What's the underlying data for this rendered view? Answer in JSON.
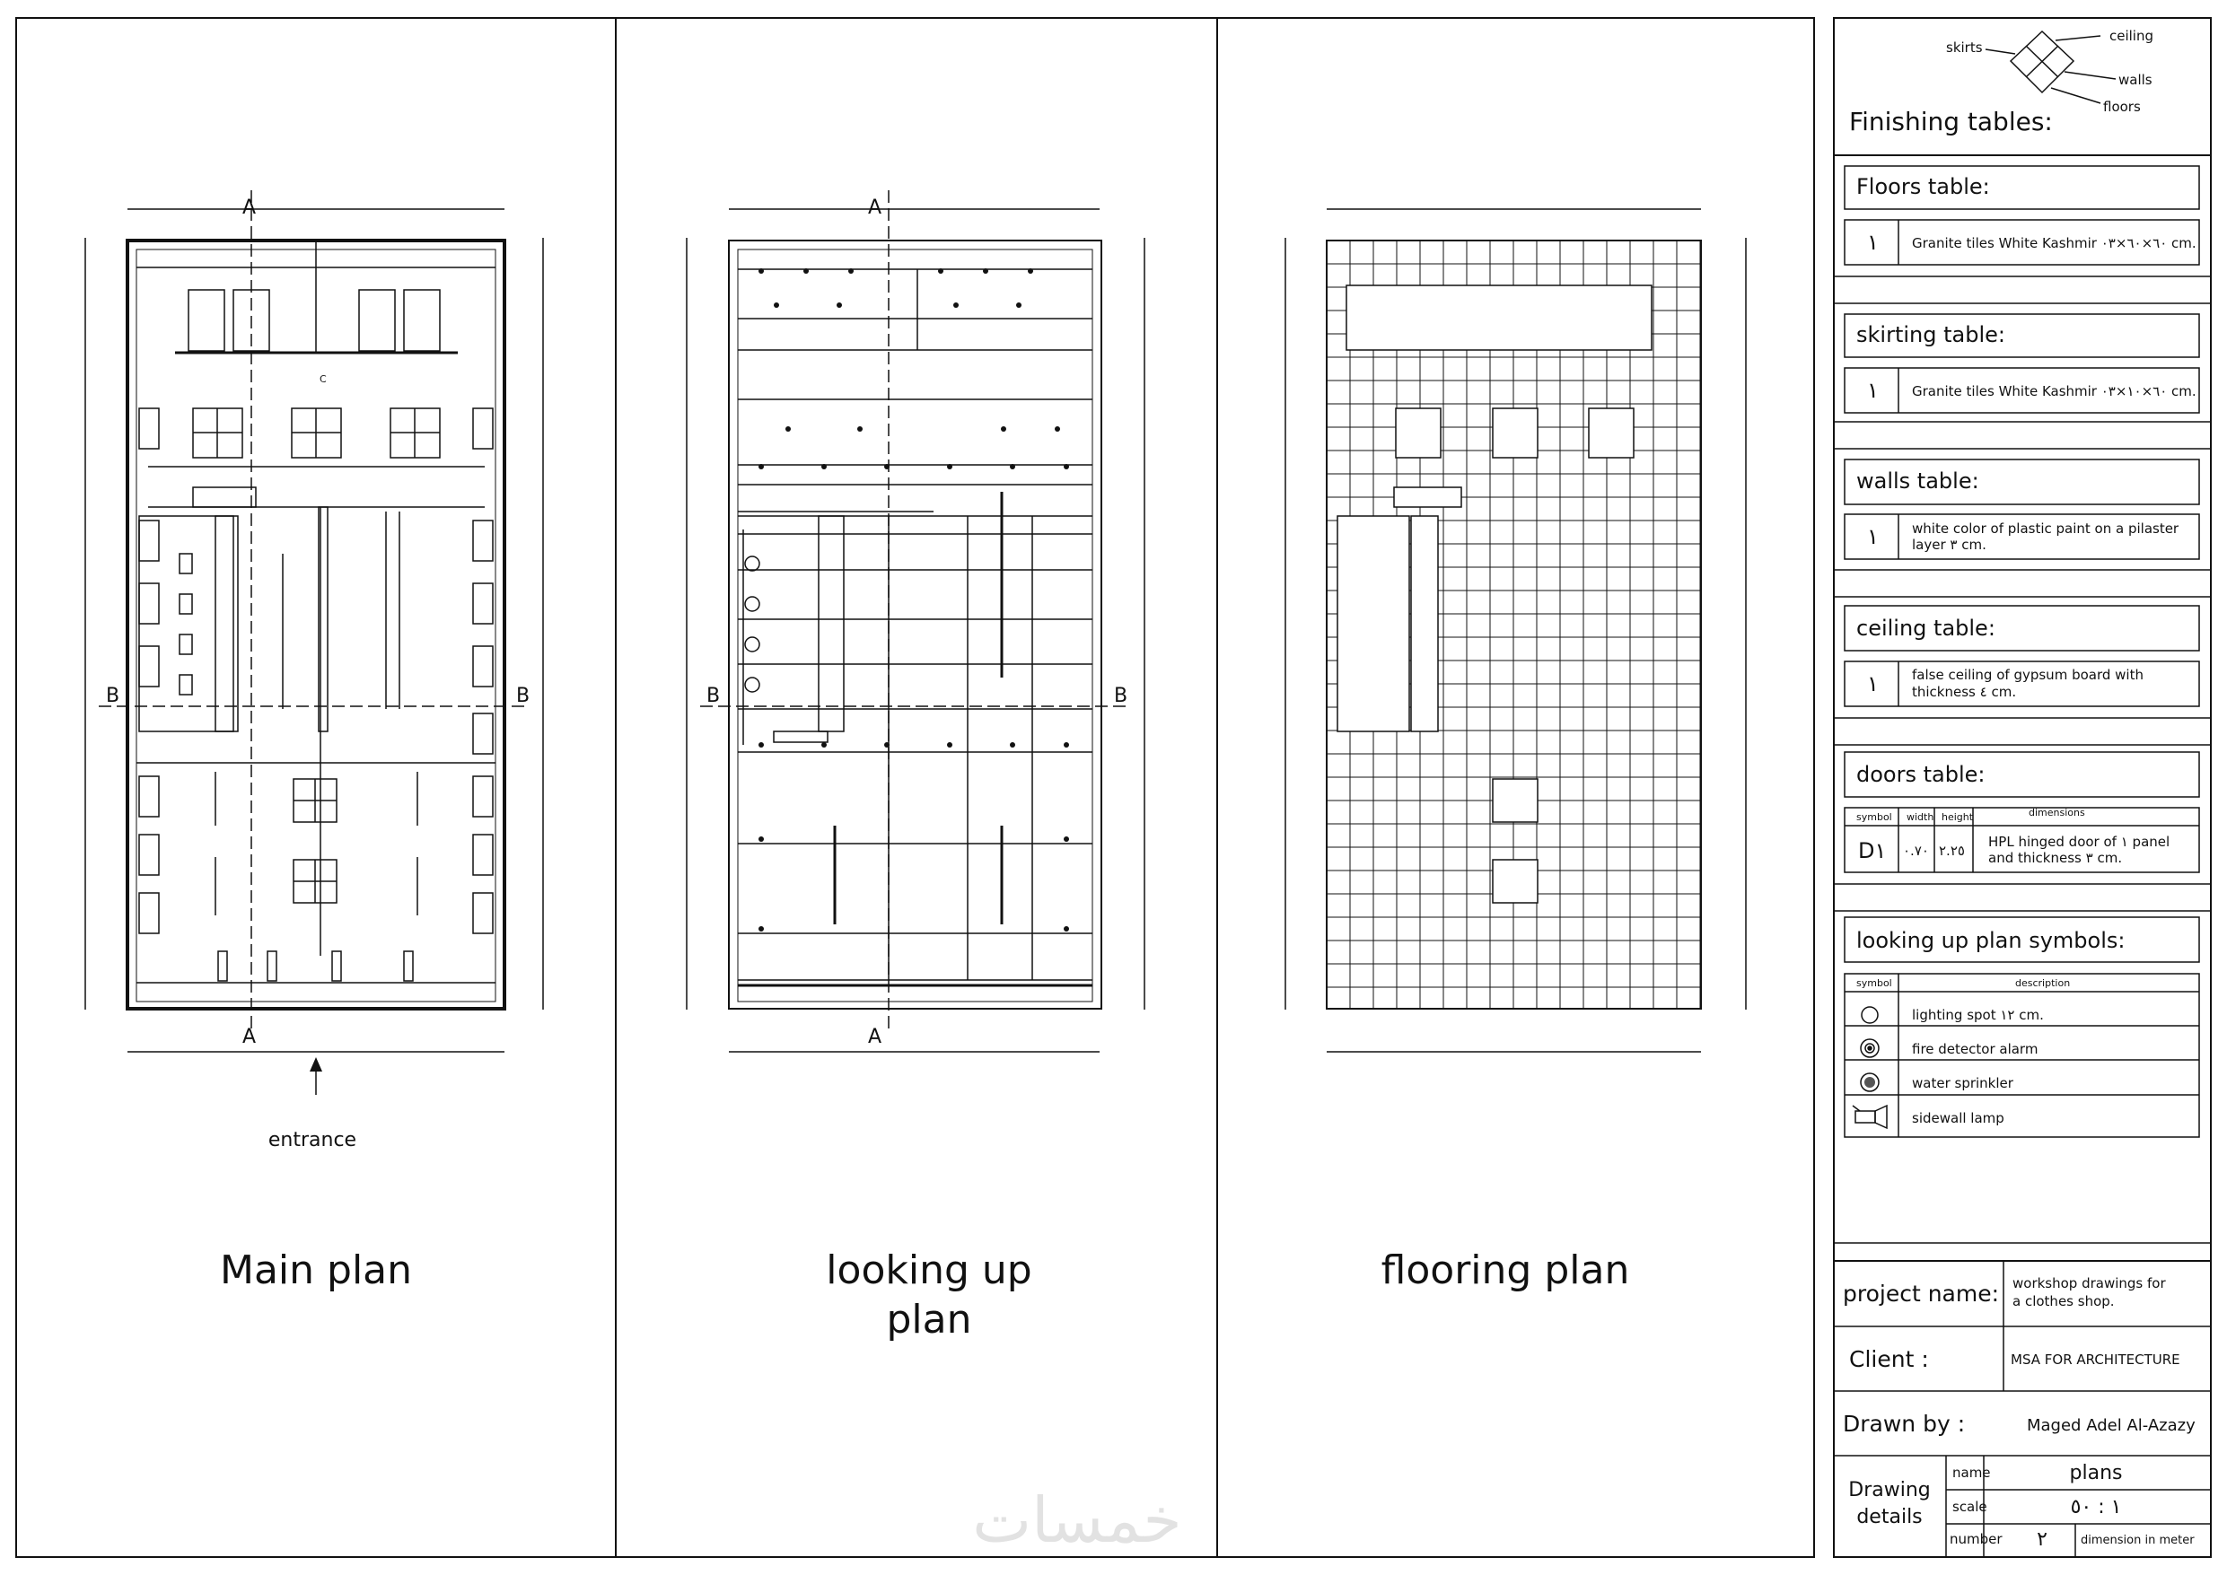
{
  "panels": {
    "main": {
      "title": "Main plan",
      "entrance": "entrance"
    },
    "lookup": {
      "title_line1": "looking up",
      "title_line2": "plan"
    },
    "flooring": {
      "title": "flooring plan"
    }
  },
  "section_marks": {
    "a": "A",
    "b": "B",
    "c": "C"
  },
  "legend": {
    "skirts": "skirts",
    "ceiling": "ceiling",
    "walls": "walls",
    "floors": "floors"
  },
  "finishing": {
    "title": "Finishing tables:",
    "floors": {
      "header": "Floors table:",
      "num": "١",
      "text": "Granite tiles White Kashmir ٦٠×٦٠×٠٣ cm."
    },
    "skirting": {
      "header": "skirting table:",
      "num": "١",
      "text": "Granite tiles White Kashmir ٦٠×١٠×٠٣ cm."
    },
    "walls": {
      "header": "walls table:",
      "num": "١",
      "line1": "white color of plastic paint on a pilaster",
      "line2": "layer ٣ cm."
    },
    "ceiling": {
      "header": "ceiling table:",
      "num": "١",
      "line1": "false ceiling of gypsum board with",
      "line2": "thickness ٤ cm."
    },
    "doors": {
      "header": "doors table:",
      "col_symbol": "symbol",
      "col_width": "width",
      "col_height": "height",
      "col_dimensions": "dimensions",
      "symbol": "D١",
      "width": "٠.٧٠",
      "height": "٢.٢٥",
      "line1": "HPL hinged door of ١ panel",
      "line2": "and thickness ٣ cm."
    },
    "symbols": {
      "header": "looking up plan symbols:",
      "col_symbol": "symbol",
      "col_description": "description",
      "items": [
        "lighting spot ١٢ cm.",
        "fire detector alarm",
        "water sprinkler",
        "sidewall lamp"
      ]
    }
  },
  "title_block": {
    "project_label": "project name:",
    "project_line1": "workshop drawings for",
    "project_line2": "a clothes shop.",
    "client_label": "Client :",
    "client_value": "MSA FOR ARCHITECTURE",
    "drawn_label": "Drawn by :",
    "drawn_value": "Maged Adel Al-Azazy",
    "details_line1": "Drawing",
    "details_line2": "details",
    "name_label": "name",
    "name_value": "plans",
    "scale_label": "scale",
    "scale_value": "١ : ٥٠",
    "number_label": "number",
    "number_value": "٢",
    "dimension_note": "dimension in meter"
  },
  "watermark": "خمسات"
}
